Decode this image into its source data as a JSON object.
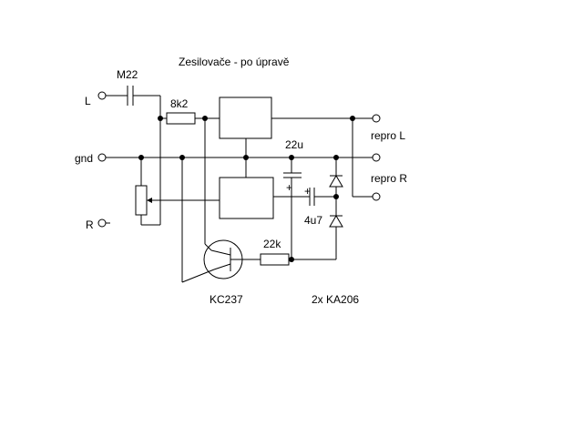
{
  "title": "Zesilovače -  po úpravě",
  "labels": {
    "cap_input": "M22",
    "input_left": "L",
    "resistor_input": "8k2",
    "ground": "gnd",
    "cap_22u": "22u",
    "output_left": "repro L",
    "output_right": "repro R",
    "cap_4u7": "4u7",
    "input_right": "R",
    "resistor_22k": "22k",
    "transistor": "KC237",
    "diodes": "2x KA206",
    "plus_1": "+",
    "plus_2": "+"
  }
}
